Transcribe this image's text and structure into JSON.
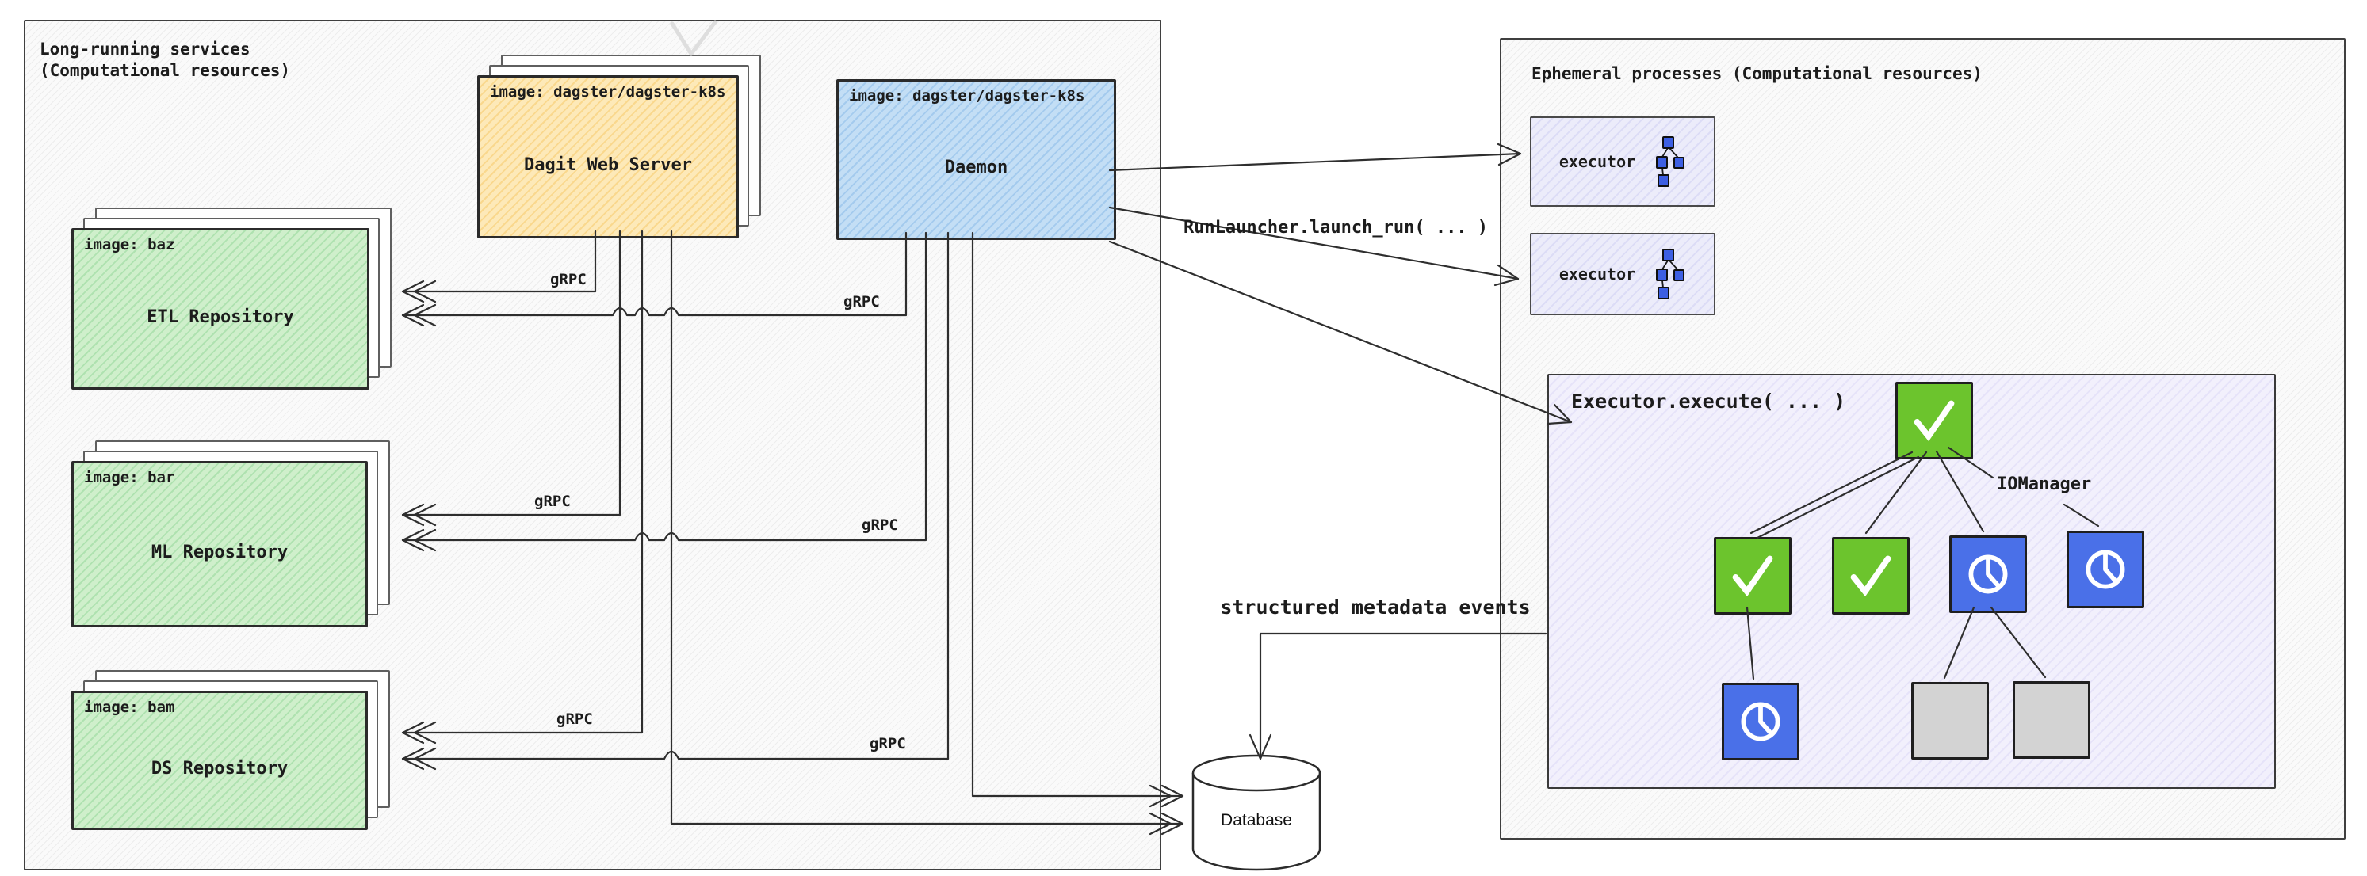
{
  "left_panel": {
    "title_line1": "Long-running services",
    "title_line2": "(Computational resources)",
    "dagit": {
      "image_label": "image: dagster/dagster-k8s",
      "name": "Dagit Web Server"
    },
    "daemon": {
      "image_label": "image: dagster/dagster-k8s",
      "name": "Daemon"
    },
    "repositories": [
      {
        "image_label": "image: baz",
        "name": "ETL Repository"
      },
      {
        "image_label": "image: bar",
        "name": "ML Repository"
      },
      {
        "image_label": "image: bam",
        "name": "DS Repository"
      }
    ],
    "grpc_labels": [
      "gRPC",
      "gRPC",
      "gRPC",
      "gRPC",
      "gRPC",
      "gRPC"
    ]
  },
  "middle": {
    "run_launcher_label": "RunLauncher.launch_run( ... )",
    "metadata_label": "structured metadata events",
    "database_label": "Database"
  },
  "right_panel": {
    "title": "Ephemeral processes (Computational resources)",
    "executors": [
      {
        "label": "executor"
      },
      {
        "label": "executor"
      }
    ],
    "execute_box": {
      "title": "Executor.execute( ... )",
      "iomanager_label": "IOManager",
      "node_classes": [
        "dagnode check",
        "dagnode check",
        "dagnode check",
        "dagnode clock",
        "dagnode clock",
        "dagnode clock",
        "dagnode empty",
        "dagnode empty"
      ]
    }
  },
  "colors": {
    "dagit_fill": "#fde9b8",
    "daemon_fill": "#c3def5",
    "repo_fill": "#cfefcb",
    "executor_fill": "#ececfa",
    "node_green": "#6cc42d",
    "node_blue": "#4a70e8",
    "node_gray": "#d3d3d3",
    "line_color": "#2e2e2e"
  }
}
